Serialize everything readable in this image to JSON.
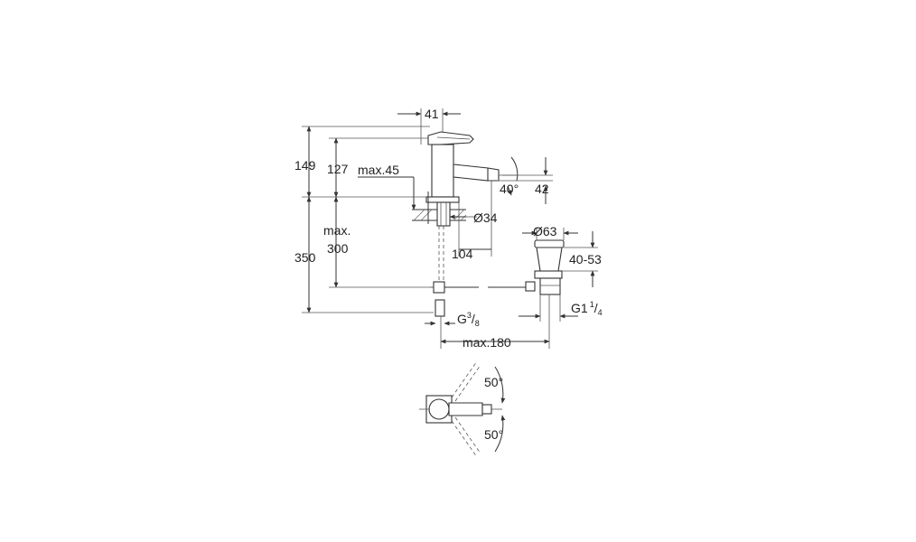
{
  "colors": {
    "line": "#333333",
    "background": "#ffffff"
  },
  "dimensions": {
    "d41": "41",
    "d149": "149",
    "d127": "127",
    "max45": "max.45",
    "angle40": "40°",
    "d42": "42",
    "dia34": "Ø34",
    "max300_a": "max.",
    "max300_b": "300",
    "d350": "350",
    "d104": "104",
    "dia63": "Ø63",
    "d40_53": "40-53",
    "g38_main": "G",
    "g38_num": "3",
    "g38_den": "8",
    "g114_main": "G1",
    "g114_num": "1",
    "g114_den": "4",
    "max180": "max.180",
    "angle50_top": "50°",
    "angle50_bottom": "50°"
  }
}
